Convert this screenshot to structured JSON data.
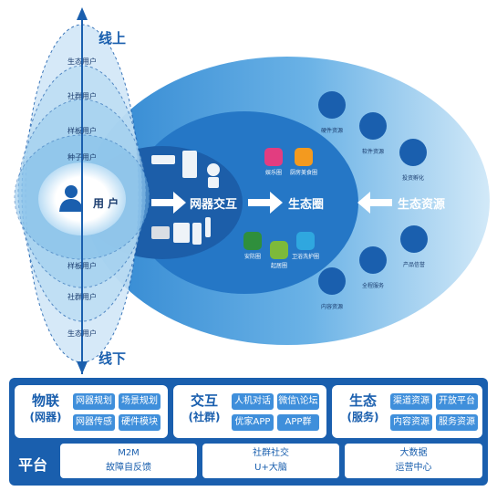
{
  "axis": {
    "top_label": "线上",
    "bottom_label": "线下"
  },
  "user_rings": {
    "top": [
      "生态用户",
      "社群用户",
      "样板用户",
      "种子用户"
    ],
    "bottom": [
      "样板用户",
      "社群用户",
      "生态用户"
    ],
    "center_label": "用 户"
  },
  "flow": {
    "interaction": "网器交互",
    "ecosystem": "生态圈",
    "resources": "生态资源"
  },
  "eco_apps": [
    "娱乐圈",
    "厨房美食圈",
    "安防圈",
    "起居圈",
    "卫浴洗护圈"
  ],
  "resource_items": [
    "硬件资源",
    "软件资源",
    "投资孵化",
    "产品信誉",
    "全程服务",
    "内容资源"
  ],
  "platform": {
    "groups": [
      {
        "title": "物联",
        "subtitle": "(网器)",
        "items": [
          "网器规划",
          "场景规划",
          "网器传感",
          "硬件模块"
        ]
      },
      {
        "title": "交互",
        "subtitle": "(社群)",
        "items": [
          "人机对话",
          "微信\\论坛",
          "优家APP",
          "APP群"
        ]
      },
      {
        "title": "生态",
        "subtitle": "(服务)",
        "items": [
          "渠道资源",
          "开放平台",
          "内容资源",
          "服务资源"
        ]
      }
    ],
    "label": "平台",
    "bases": [
      {
        "line1": "M2M",
        "line2": "故障自反馈"
      },
      {
        "line1": "社群社交",
        "line2": "U+大脑"
      },
      {
        "line1": "大数据",
        "line2": "运营中心"
      }
    ]
  },
  "colors": {
    "dark_blue": "#1a5fae",
    "mid_blue": "#3f8fdb",
    "light_blue": "#cfe6f7"
  }
}
